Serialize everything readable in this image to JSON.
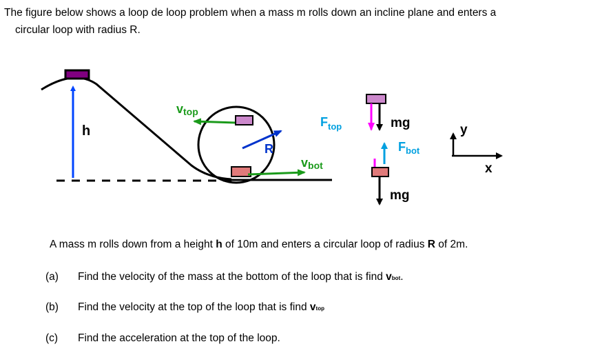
{
  "intro": {
    "line1": "The figure below shows a loop de loop problem when a mass m rolls down an incline plane and enters a",
    "line2": "circular loop with radius R."
  },
  "figure": {
    "h": "h",
    "v": "v",
    "top": "top",
    "bot": "bot",
    "R": "R",
    "F": "F",
    "mg": "mg",
    "y": "y",
    "x": "x",
    "colors": {
      "track": "#000000",
      "mass_top": "#cc88cc",
      "mass_bottom": "#e07a7a",
      "block_top_of_hill": "#800080",
      "height_arrow": "#0044ff",
      "velocity_arrow": "#1a9a1a",
      "radius_arrow": "#0033cc",
      "force_magenta": "#ff00ff",
      "force_label": "#00a0e0"
    }
  },
  "problem": {
    "statement": {
      "p1": "A mass m rolls down from a height ",
      "h": "h",
      "p2": " of 10m and enters a circular loop of radius ",
      "R": "R",
      "p3": " of 2m."
    },
    "questions": [
      {
        "label": "(a)",
        "text": "Find the velocity of the mass at the bottom of the loop that is find ",
        "v": "v",
        "sub": "bot",
        "end": "."
      },
      {
        "label": "(b)",
        "text": "Find the velocity at the top of the loop that is find ",
        "v": "v",
        "sub": "top",
        "end": ""
      },
      {
        "label": "(c)",
        "text": "Find the acceleration at the top of the loop.",
        "v": "",
        "sub": "",
        "end": ""
      }
    ]
  }
}
